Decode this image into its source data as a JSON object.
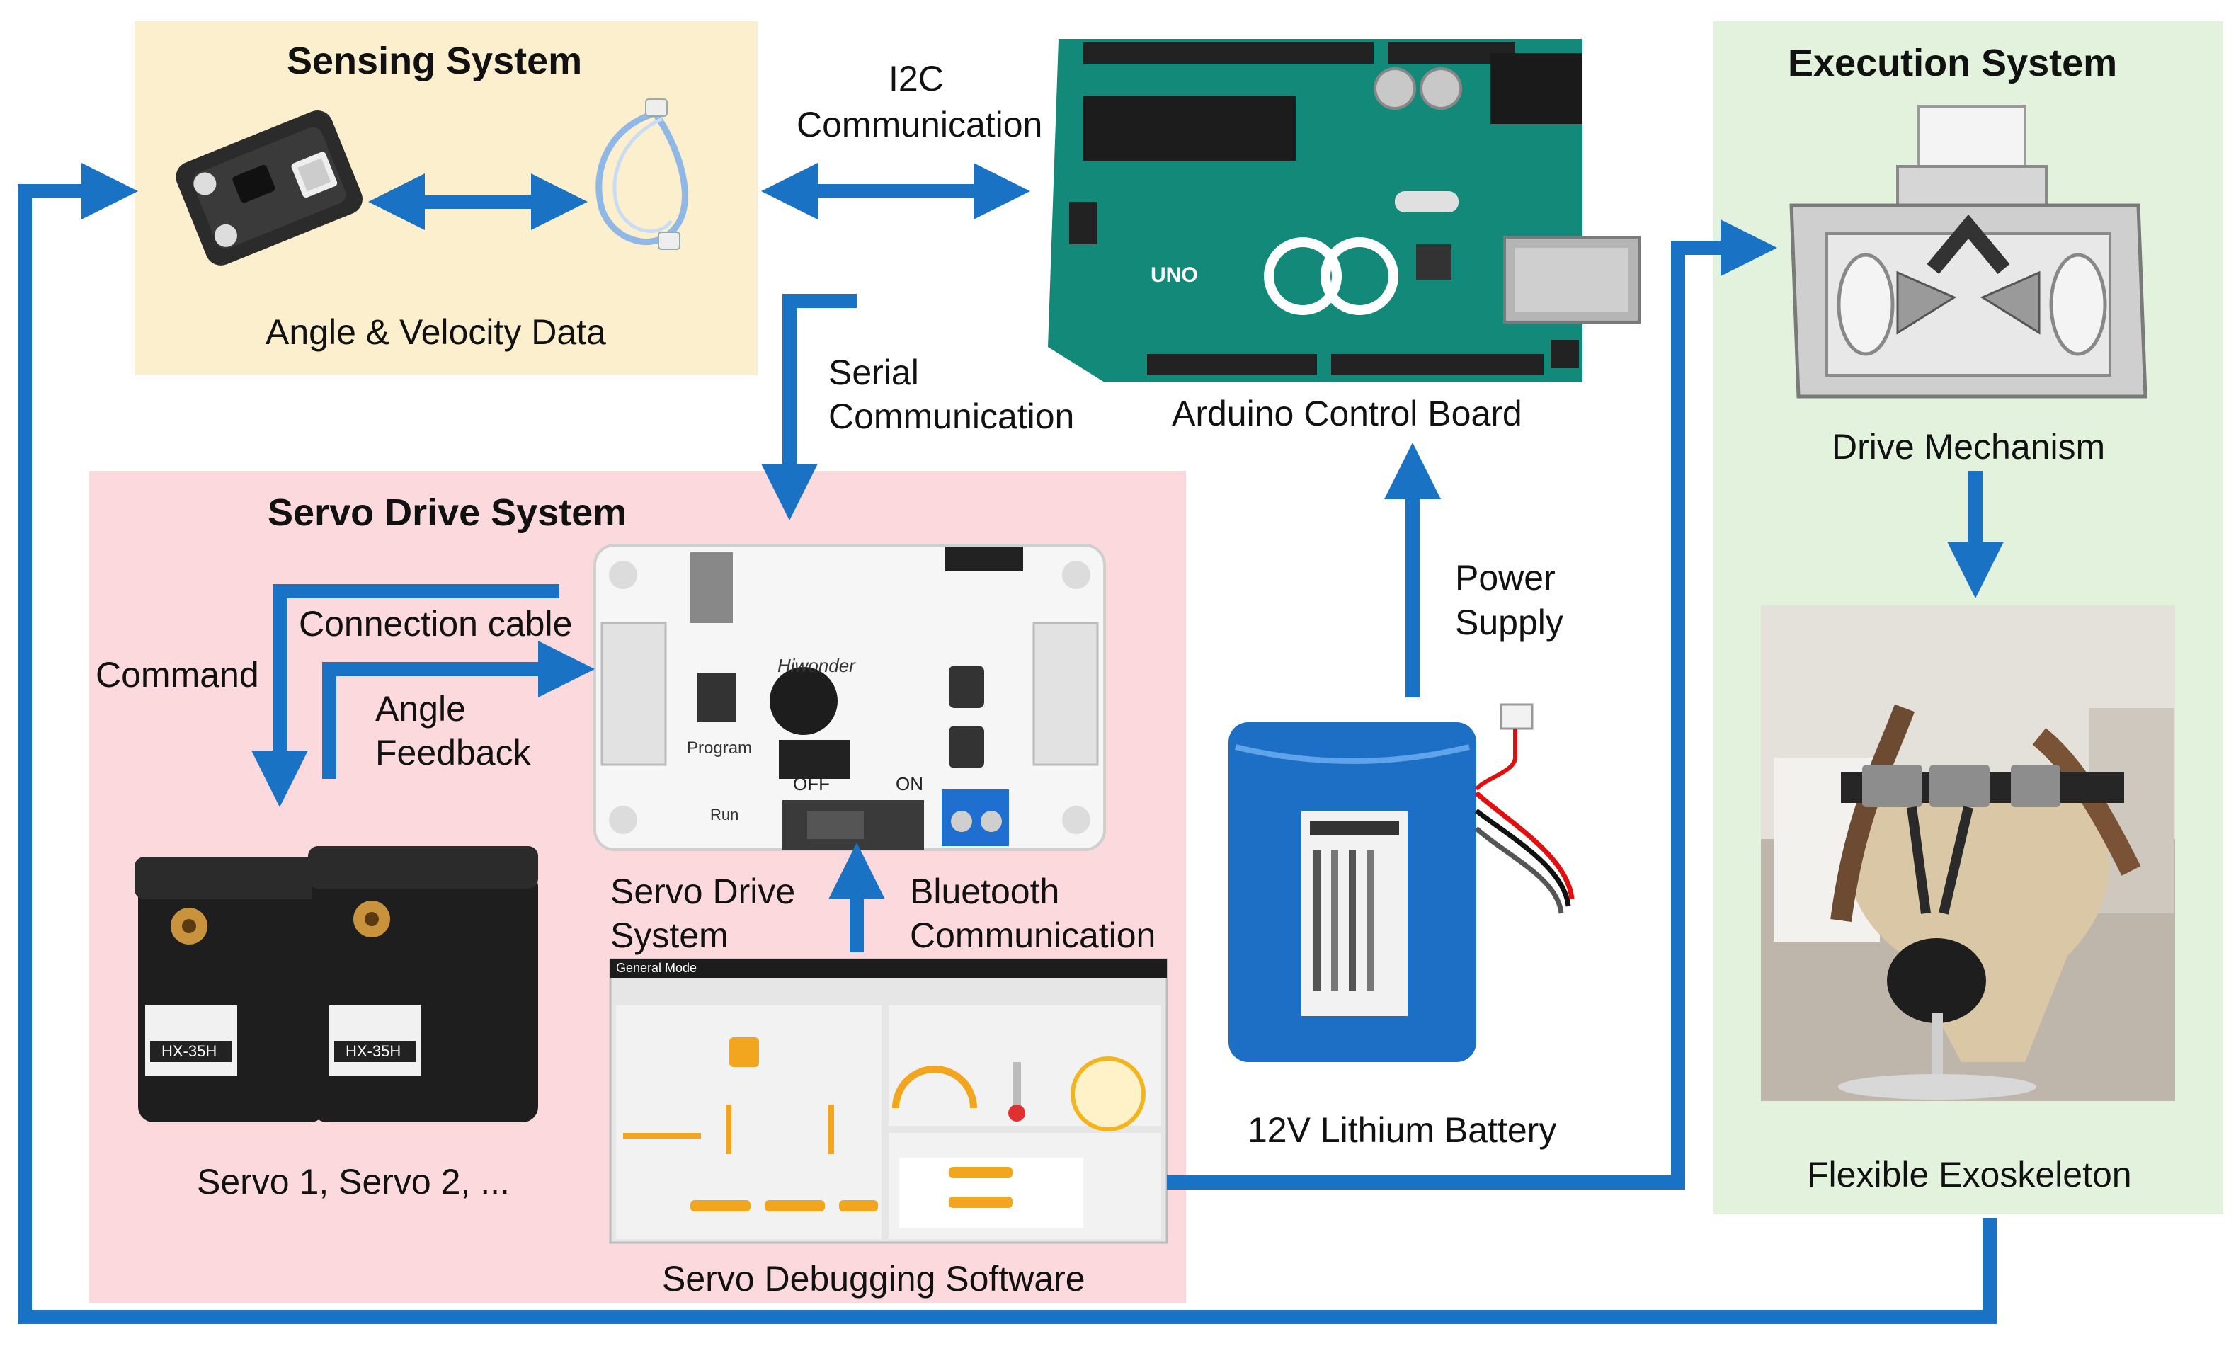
{
  "sensing": {
    "title": "Sensing System",
    "caption": "Angle & Velocity Data"
  },
  "links": {
    "i2c_line1": "I2C",
    "i2c_line2": "Communication",
    "serial_line1": "Serial",
    "serial_line2": "Communication",
    "power_line1": "Power",
    "power_line2": "Supply",
    "bluetooth_line1": "Bluetooth",
    "bluetooth_line2": "Communication"
  },
  "arduino": {
    "caption": "Arduino Control Board",
    "board_text": "UNO"
  },
  "servo_drive": {
    "title": "Servo Drive System",
    "connection_cable": "Connection cable",
    "command": "Command",
    "angle_line1": "Angle",
    "angle_line2": "Feedback",
    "servos_caption": "Servo 1, Servo 2, ...",
    "drive_line1": "Servo Drive",
    "drive_line2": "System",
    "board_brand": "Hiwonder",
    "board_program": "Program",
    "board_run": "Run",
    "board_off": "OFF",
    "board_on": "ON",
    "software_caption": "Servo Debugging Software",
    "software_title": "General Mode",
    "servo_label": "HX-35H"
  },
  "battery": {
    "caption": "12V Lithium Battery"
  },
  "execution": {
    "title": "Execution System",
    "drive_caption": "Drive Mechanism",
    "exo_caption": "Flexible Exoskeleton"
  },
  "colors": {
    "arrow": "#1a72c4",
    "sensing_bg": "#fcefcd",
    "servo_bg": "#fbd9dd",
    "exec_bg": "#e3f2dc",
    "arduino_green": "#13897a",
    "battery_blue": "#1d6fc6"
  }
}
